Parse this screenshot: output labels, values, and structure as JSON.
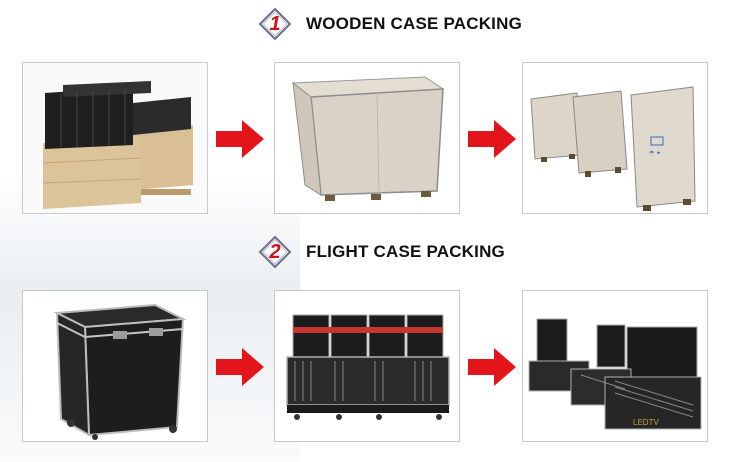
{
  "sections": [
    {
      "number": "1",
      "title": "WOODEN CASE PACKING",
      "photos": [
        {
          "subject": "led-panels-in-open-wooden-crate"
        },
        {
          "subject": "closed-plywood-wooden-case"
        },
        {
          "subject": "three-wooden-cases-standing"
        }
      ]
    },
    {
      "number": "2",
      "title": "FLIGHT CASE PACKING",
      "photos": [
        {
          "subject": "closed-black-flight-case"
        },
        {
          "subject": "four-open-flight-cases-with-panels"
        },
        {
          "subject": "open-flight-cases-with-led-panels"
        }
      ]
    }
  ],
  "colors": {
    "accent": "#e3151b",
    "badge": "#d40f14",
    "title": "#111111",
    "frame": "#c9c9c9"
  },
  "arrow_icon": "red-right-arrow-icon"
}
